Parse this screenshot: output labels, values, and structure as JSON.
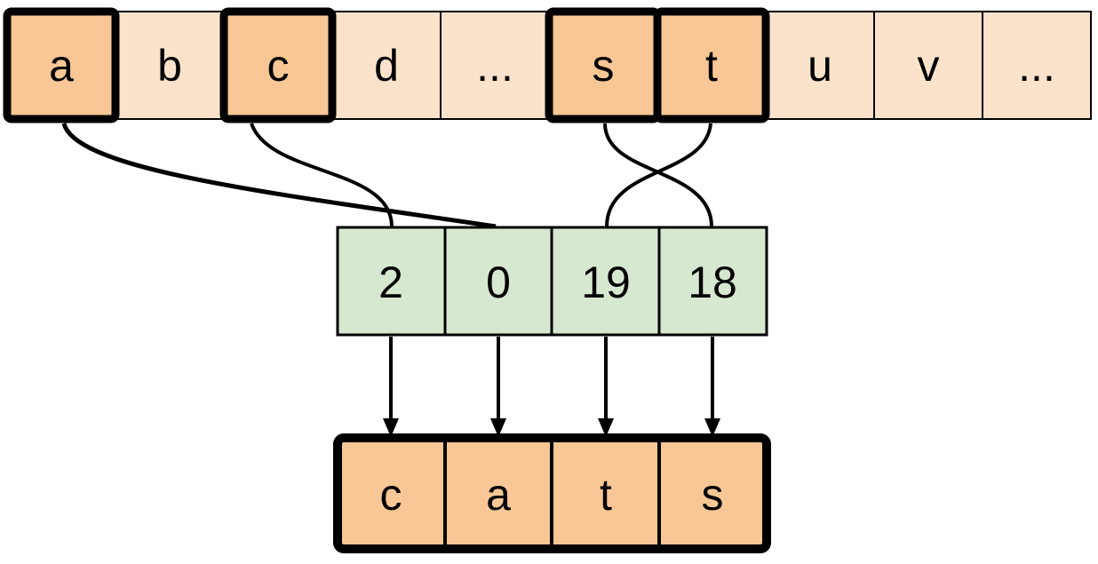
{
  "colors": {
    "background": "#ffffff",
    "cell_light": "#fbe3cb",
    "cell_highlight": "#f8c795",
    "cell_green": "#d7e8d1",
    "line": "#000000"
  },
  "alphabet_row": {
    "cells": [
      {
        "label": "a",
        "highlighted": true
      },
      {
        "label": "b",
        "highlighted": false
      },
      {
        "label": "c",
        "highlighted": true
      },
      {
        "label": "d",
        "highlighted": false
      },
      {
        "label": "...",
        "highlighted": false
      },
      {
        "label": "s",
        "highlighted": true
      },
      {
        "label": "t",
        "highlighted": true
      },
      {
        "label": "u",
        "highlighted": false
      },
      {
        "label": "v",
        "highlighted": false
      },
      {
        "label": "...",
        "highlighted": false
      }
    ]
  },
  "index_row": {
    "values": [
      "2",
      "0",
      "19",
      "18"
    ]
  },
  "result_row": {
    "letters": [
      "c",
      "a",
      "t",
      "s"
    ]
  },
  "connections": [
    {
      "from": "a",
      "to": "0"
    },
    {
      "from": "c",
      "to": "2"
    },
    {
      "from": "s",
      "to": "18"
    },
    {
      "from": "t",
      "to": "19"
    }
  ]
}
